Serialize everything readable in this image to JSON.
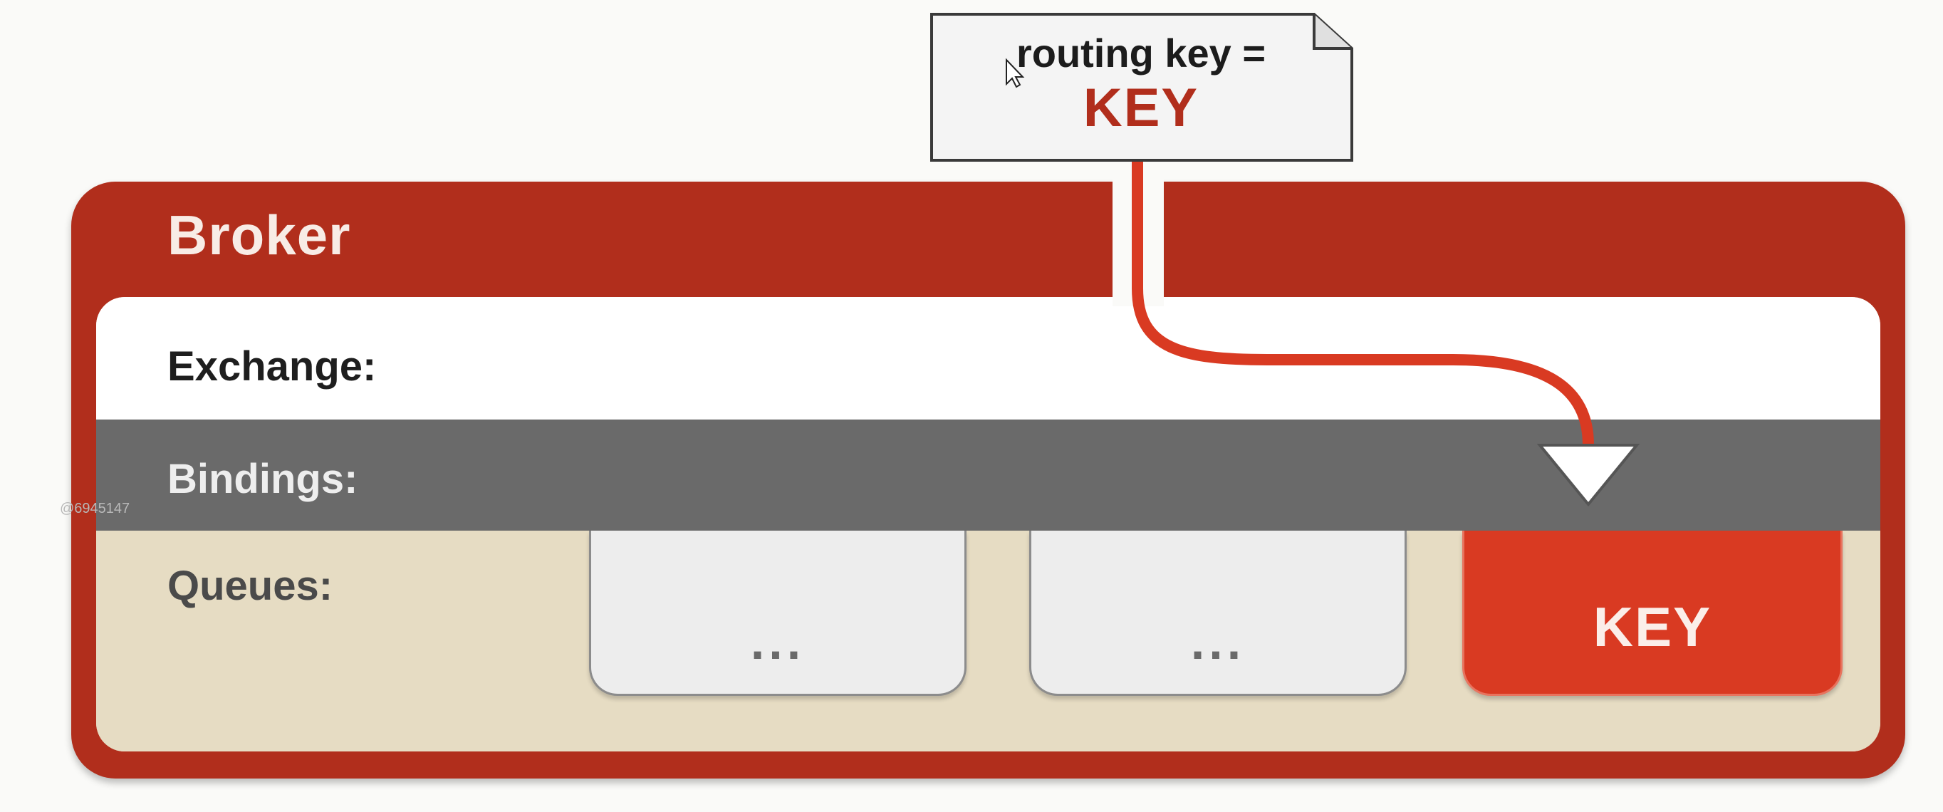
{
  "broker": {
    "title": "Broker",
    "rows": {
      "exchange": "Exchange:",
      "bindings": "Bindings:",
      "queues": "Queues:"
    }
  },
  "message_note": {
    "line1": "routing key =",
    "line2": "KEY"
  },
  "queues": [
    {
      "label": "..."
    },
    {
      "label": "..."
    },
    {
      "label": "KEY"
    }
  ],
  "watermark": "@6945147",
  "colors": {
    "broker_red": "#b12e1c",
    "route_red": "#d93a22",
    "bindings_gray": "#6a6a6a",
    "queues_beige": "#e6dcc3",
    "queue_gray": "#ededed"
  }
}
